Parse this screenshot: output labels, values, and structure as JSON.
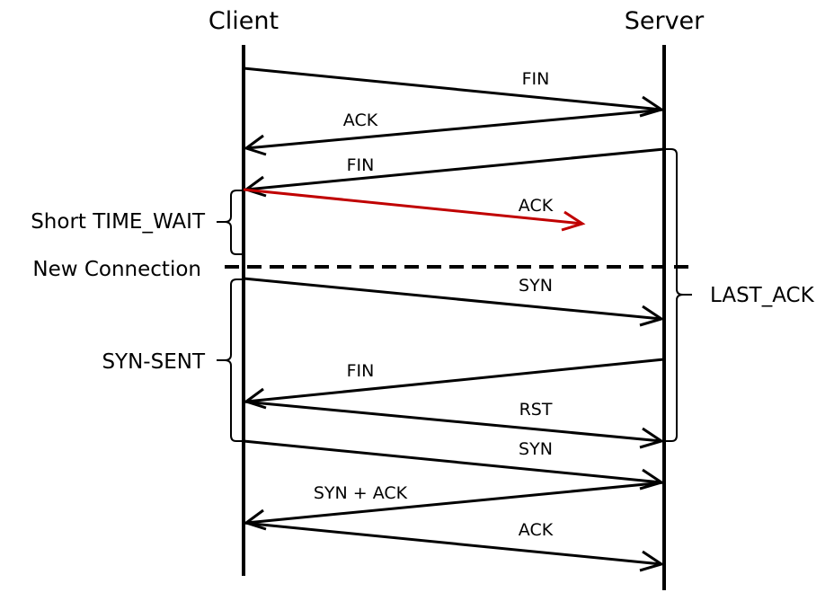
{
  "participants": {
    "client": "Client",
    "server": "Server"
  },
  "client_states": {
    "short_time_wait": "Short TIME_WAIT",
    "new_connection": "New Connection",
    "syn_sent": "SYN-SENT"
  },
  "server_states": {
    "last_ack": "LAST_ACK"
  },
  "messages": [
    {
      "label": "FIN",
      "from": "client",
      "to": "server"
    },
    {
      "label": "ACK",
      "from": "server",
      "to": "client"
    },
    {
      "label": "FIN",
      "from": "server",
      "to": "client"
    },
    {
      "label": "ACK",
      "from": "client",
      "to": "server",
      "lost": true
    },
    {
      "label": "SYN",
      "from": "client",
      "to": "server"
    },
    {
      "label": "FIN",
      "from": "server",
      "to": "client"
    },
    {
      "label": "RST",
      "from": "client",
      "to": "server"
    },
    {
      "label": "SYN",
      "from": "client",
      "to": "server"
    },
    {
      "label": "SYN + ACK",
      "from": "server",
      "to": "client"
    },
    {
      "label": "ACK",
      "from": "client",
      "to": "server"
    }
  ],
  "colors": {
    "line": "#000000",
    "lost_message": "#c00000"
  }
}
